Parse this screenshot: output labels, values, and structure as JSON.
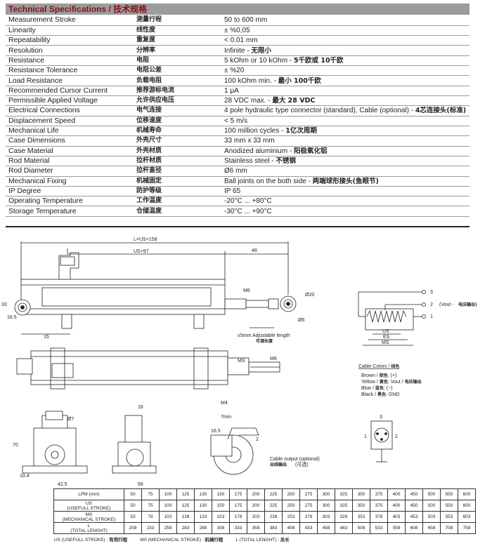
{
  "header": {
    "title_en": "Technical Specifications",
    "separator": " / ",
    "title_cn": "技术规格"
  },
  "specs": [
    {
      "en": "Measurement Stroke",
      "cn": "测量行程",
      "val": "50 to 600 mm",
      "val_cn": ""
    },
    {
      "en": "Linearity",
      "cn": "线性度",
      "val": "± %0,05",
      "val_cn": ""
    },
    {
      "en": "Repeatability",
      "cn": "重复度",
      "val": "< 0.01 mm",
      "val_cn": ""
    },
    {
      "en": "Resolution",
      "cn": "分辨率",
      "val": "Infinite - ",
      "val_cn": "无限小"
    },
    {
      "en": "Resistance",
      "cn": "电阻",
      "val": "5 kOhm or 10 kOhm - ",
      "val_cn": "5千欧或 10千欧"
    },
    {
      "en": "Resistance Tolerance",
      "cn": "电阻公差",
      "val": "± %20",
      "val_cn": ""
    },
    {
      "en": "Load Resistance",
      "cn": "负载电阻",
      "val": "100 kOhm min. - ",
      "val_cn": "最小 100千欧"
    },
    {
      "en": "Recommended Cursor Current",
      "cn": "推荐游标电流",
      "val": "1 μA",
      "val_cn": ""
    },
    {
      "en": "Permissible Applied Voltage",
      "cn": "允许供应电压",
      "val": "28 VDC max. - ",
      "val_cn": "最大 28 VDC"
    },
    {
      "en": "Electrical Connections",
      "cn": "电气连接",
      "val": "4 pole hydraulic type connector (standard), Cable (optional) - ",
      "val_cn": "4芯连接头(标准)"
    },
    {
      "en": "Displacement Speed",
      "cn": "位移速度",
      "val": "< 5 m/s",
      "val_cn": ""
    },
    {
      "en": "Mechanical Life",
      "cn": "机械寿命",
      "val": "100 million cycles - ",
      "val_cn": "1亿次周期"
    },
    {
      "en": "Case Dimensions",
      "cn": "外壳尺寸",
      "val": "33 mm x 33 mm",
      "val_cn": ""
    },
    {
      "en": "Case Material",
      "cn": "外壳材质",
      "val": "Anodized aluminium - ",
      "val_cn": "阳极氧化铝"
    },
    {
      "en": "Rod Material",
      "cn": "拉杆材质",
      "val": "Stainless steel - ",
      "val_cn": "不锈钢"
    },
    {
      "en": "Rod Diameter",
      "cn": "拉杆直径",
      "val": "Ø6 mm",
      "val_cn": ""
    },
    {
      "en": "Mechanical Fixing",
      "cn": "机械固定",
      "val": "Ball joints on the both side - ",
      "val_cn": "两端球形接头(鱼眼节)"
    },
    {
      "en": "IP Degree",
      "cn": "防护等级",
      "val": "IP 65",
      "val_cn": ""
    },
    {
      "en": "Operating Temperature",
      "cn": "工作温度",
      "val": "-20°C ... +80°C",
      "val_cn": ""
    },
    {
      "en": "Storage Temperature",
      "cn": "仓储温度",
      "val": "-30°C ... +90°C",
      "val_cn": ""
    }
  ],
  "drawing": {
    "dim_total": "L=US+158",
    "dim_us": "US+97",
    "dim_48": "48",
    "dim_m6": "M6",
    "dim_d20": "Ø20",
    "dim_d6": "Ø6",
    "dim_33": "33",
    "dim_165": "16.5",
    "dim_15": "15",
    "adjust": "±5mm  Adjustable  length",
    "adjust_cn": "可调长度",
    "dim_ms": "MS",
    "dim_m6b": "M6",
    "dim_m4": "M4",
    "dim_d7": "Ø7",
    "dim_16": "16",
    "dim_70": "70",
    "dim_104": "10.4",
    "dim_425": "42.5",
    "dim_56": "56",
    "dim_7min": "7min",
    "dim_165b": "16.5",
    "dim_2": "2",
    "cable_out": "Cable output (optional)",
    "cable_out_cn": "出线输出",
    "cable_out_cn2": "(可选)",
    "pin3": "3",
    "pin2": "2",
    "pin1": "1",
    "pin2_label": "(Vout - ",
    "pin2_label_cn": "电压输出)",
    "res_us": "US",
    "res_es": "ES",
    "res_ms": "MS",
    "cable_colors_title": "Cable Colors / ",
    "cable_colors_title_cn": "线色",
    "colors": [
      {
        "en": "Brown / ",
        "cn": "棕色",
        "rest": ": (+)"
      },
      {
        "en": "Yellow / ",
        "cn": "黄色",
        "rest": ": Vout / ",
        "cn2": "电压输出"
      },
      {
        "en": "Blue / ",
        "cn": "蓝色",
        "rest": ": (−)"
      },
      {
        "en": "Black / ",
        "cn": "黑色",
        "rest": ": GND"
      }
    ],
    "conn_3": "3",
    "conn_1": "1",
    "conn_2": "2"
  },
  "stroke_table": {
    "rows": [
      {
        "label": "LPM (mm)",
        "values": [
          "50",
          "75",
          "100",
          "125",
          "130",
          "150",
          "175",
          "200",
          "225",
          "250",
          "275",
          "300",
          "325",
          "350",
          "375",
          "400",
          "450",
          "500",
          "550",
          "600"
        ]
      },
      {
        "label": "US\n(USEFULL STROKE)",
        "values": [
          "50",
          "75",
          "100",
          "125",
          "130",
          "150",
          "175",
          "200",
          "225",
          "250",
          "275",
          "300",
          "325",
          "350",
          "375",
          "400",
          "450",
          "500",
          "550",
          "600"
        ]
      },
      {
        "label": "MS\n(MECHANICAL STROKE)",
        "values": [
          "53",
          "78",
          "103",
          "128",
          "133",
          "153",
          "178",
          "203",
          "228",
          "253",
          "278",
          "303",
          "328",
          "353",
          "378",
          "403",
          "453",
          "503",
          "553",
          "603"
        ]
      },
      {
        "label": "L\n(TOTAL LENGHT)",
        "values": [
          "208",
          "233",
          "258",
          "283",
          "288",
          "308",
          "333",
          "358",
          "383",
          "408",
          "433",
          "458",
          "483",
          "508",
          "533",
          "558",
          "608",
          "658",
          "708",
          "758"
        ]
      }
    ]
  },
  "legend": {
    "us": "US (USEFULL STROKE) : ",
    "us_cn": "有用行程",
    "ms": "MS (MECHANICAL STROKE) : ",
    "ms_cn": "机械行程",
    "l": "L (TOTAL LENGHT) : ",
    "l_cn": "总长"
  }
}
